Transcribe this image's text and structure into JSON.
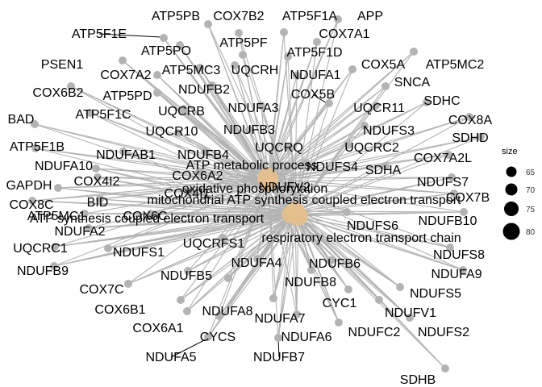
{
  "colors": {
    "edge": "#b3b3b3",
    "gene_node": "#b3b3b3",
    "pathway_node": "#e6c08c",
    "legend_dot": "#000000"
  },
  "pathways": [
    "ATP metabolic process",
    "oxidative phosphorylation",
    "mitochondrial ATP synthesis coupled electron transport",
    "ATP synthesis coupled electron transport",
    "respiratory electron transport chain"
  ],
  "genes": [
    "ATP5PB",
    "COX7B2",
    "ATP5F1A",
    "APP",
    "ATP5F1E",
    "COX7A1",
    "ATP5PO",
    "ATP5PF",
    "ATP5F1D",
    "PSEN1",
    "COX5A",
    "ATP5MC2",
    "COX7A2",
    "ATP5MC3",
    "UQCRH",
    "NDUFA1",
    "SNCA",
    "COX6B2",
    "ATP5PD",
    "NDUFB2",
    "COX5B",
    "SDHC",
    "UQCR11",
    "BAD",
    "ATP5F1C",
    "UQCRB",
    "NDUFA3",
    "COX8A",
    "UQCR10",
    "NDUFB3",
    "NDUFS3",
    "SDHD",
    "ATP5F1B",
    "UQCRQ",
    "UQCRC2",
    "NDUFAB1",
    "NDUFB4",
    "COX7A2L",
    "NDUFA10",
    "SDHA",
    "COX4I2",
    "NDUFS7",
    "GAPDH",
    "COX6A2",
    "NDUFS4",
    "COX4I1",
    "NDUFV2",
    "COX7B",
    "COX8C",
    "BID",
    "ATP5MC1",
    "COX6C",
    "NDUFB10",
    "NDUFA2",
    "NDUFS6",
    "UQCRC1",
    "NDUFS1",
    "NDUFS8",
    "NDUFB9",
    "UQCRFS1",
    "NDUFB5",
    "NDUFA4",
    "NDUFA9",
    "COX7C",
    "NDUFB6",
    "NDUFB8",
    "NDUFS5",
    "COX6B1",
    "CYC1",
    "NDUFA8",
    "NDUFV1",
    "COX6A1",
    "NDUFA7",
    "NDUFC2",
    "NDUFS2",
    "CYCS",
    "NDUFA6",
    "NDUFA5",
    "NDUFB7",
    "SDHB"
  ],
  "legend": {
    "title": "size",
    "values": [
      "65",
      "70",
      "75",
      "80"
    ]
  }
}
